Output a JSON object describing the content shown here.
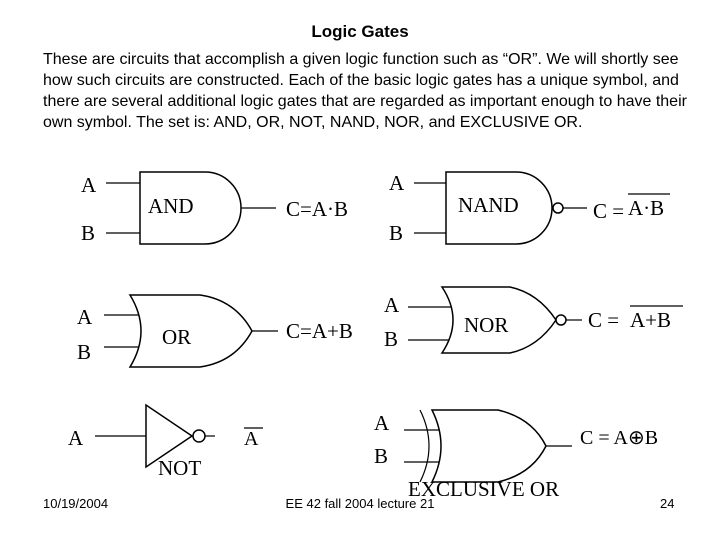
{
  "title": "Logic Gates",
  "intro": "These are circuits that accomplish a given logic function such as “OR”. We will shortly see how such circuits are constructed. Each of the basic logic gates has a unique symbol, and there are several additional logic gates that are regarded as important enough to have their own symbol. The set is: AND, OR, NOT, NAND, NOR, and EXCLUSIVE OR.",
  "gates": {
    "and": {
      "label": "AND",
      "input_a": "A",
      "input_b": "B",
      "output": "C=A·B"
    },
    "nand": {
      "label": "NAND",
      "input_a": "A",
      "input_b": "B",
      "output_prefix": "C =",
      "output_expr": "A·B"
    },
    "or": {
      "label": "OR",
      "input_a": "A",
      "input_b": "B",
      "output": "C=A+B"
    },
    "nor": {
      "label": "NOR",
      "input_a": "A",
      "input_b": "B",
      "output_prefix": "C =",
      "output_expr": "A+B"
    },
    "not": {
      "label": "NOT",
      "input_a": "A",
      "output": "A"
    },
    "xor": {
      "label": "EXCLUSIVE OR",
      "input_a": "A",
      "input_b": "B",
      "output": "C = A⊕B"
    }
  },
  "footer": {
    "date": "10/19/2004",
    "course": "EE 42 fall 2004 lecture 21",
    "page": "24"
  }
}
